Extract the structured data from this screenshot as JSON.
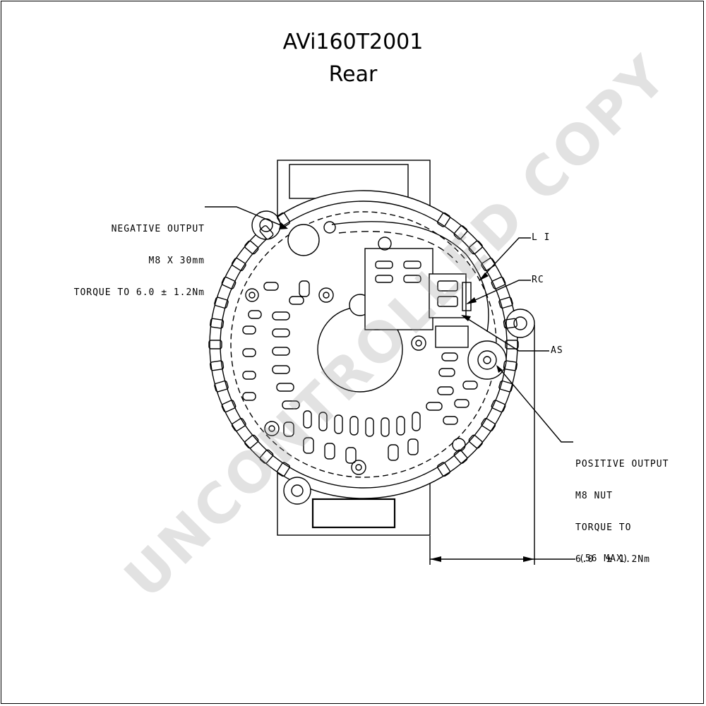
{
  "drawing": {
    "part_number": "AVi160T2001",
    "view": "Rear",
    "watermark": "UNCONTROLLED COPY"
  },
  "callouts": {
    "negative_output": {
      "line1": "NEGATIVE OUTPUT",
      "line2": "M8 X 30mm",
      "line3": "TORQUE TO 6.0 ± 1.2Nm"
    },
    "li": "L I",
    "rc": "RC",
    "as": "AS",
    "positive_output": {
      "line1": "POSITIVE OUTPUT",
      "line2": "M8 NUT",
      "line3": "TORQUE TO",
      "line4": "6.0  ± 1.2Nm"
    },
    "dimension": "(56 MAX)"
  }
}
